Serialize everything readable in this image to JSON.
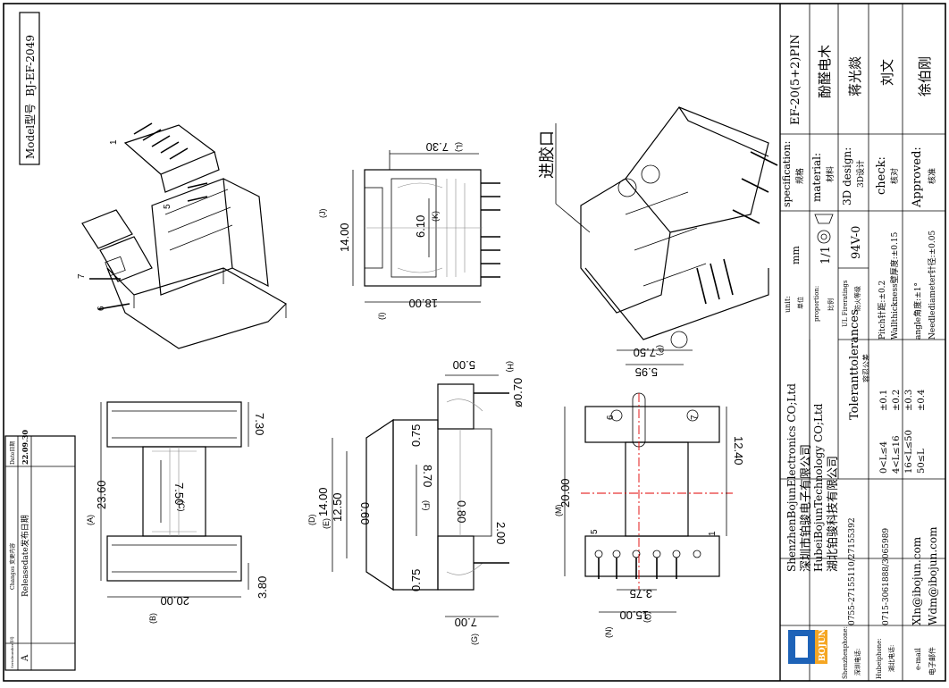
{
  "model": {
    "label": "Model型号",
    "value": "BJ-EF-2049"
  },
  "revision": {
    "headers": [
      "Serialnumber序号",
      "Changes 变更内容",
      "Date日期"
    ],
    "rows": [
      {
        "serial": "A",
        "change": "Releasedate发布日期",
        "date": "22.09.30"
      }
    ]
  },
  "title_block": {
    "specification_label": "specification:",
    "specification_cn": "规格",
    "specification_value": "EF-20(5+2)PIN",
    "material_label": "material:",
    "material_cn": "材料",
    "material_value": "酚醛电木",
    "design_label": "3D design:",
    "design_cn": "3D设计",
    "design_value": "蒋光燚",
    "check_label": "check:",
    "check_cn": "核对",
    "check_value": "刘文",
    "approved_label": "Approved:",
    "approved_cn": "核准",
    "approved_value": "徐伯刚",
    "unit_label": "unit:",
    "unit_cn": "单位",
    "unit_value": "mm",
    "proportion_label": "proportion:",
    "proportion_cn": "比例",
    "proportion_value": "1/1",
    "ul_label": "UL Fireratings",
    "ul_cn": "防火等级",
    "ul_value": "94V-0",
    "tolerance_title": "Toleranttolerances",
    "tolerance_cn": "容忍公差",
    "tolerance_ranges": [
      "0<L≤4",
      "4<L≤16",
      "16<L≤50",
      "50≤L"
    ],
    "tolerance_values": [
      "±0.1",
      "±0.2",
      "±0.3",
      "±0.4"
    ],
    "pitch_tol": "Pitch针距:±0.2",
    "wall_tol": "Wallthickness壁厚度:±0.15",
    "angle_tol": "angle角度:±1°",
    "needle_tol": "Needlediameter针径:±0.05"
  },
  "company": {
    "logo_text": "BOJUN",
    "name_sz_en": "ShenzhenBojunElectronics CO;Ltd",
    "name_sz_cn": "深圳市铂骏电子有限公司",
    "name_hb_en": "HubeiBojunTechnology CO;Ltd",
    "name_hb_cn": "湖北铂骏科技有限公司",
    "sz_phone_label": "Shenzhenphone:",
    "sz_phone_cn": "深圳电话:",
    "sz_phone": "0755-27155110/27155392",
    "hb_phone_label": "Hubeiphone:",
    "hb_phone_cn": "湖北电话:",
    "hb_phone": "0715-3061888/3065989",
    "email_label": "e-mail",
    "email_cn": "电子邮件",
    "email1": "Xln@ibojun.com",
    "email2": "Wdm@ibojun.com"
  },
  "annotations": {
    "gate": "进胶口"
  },
  "pins": [
    "1",
    "5",
    "6",
    "7"
  ],
  "dims": {
    "d_7_30_L": "7.30",
    "d_L": "(L)",
    "d_14_00_J": "14.00",
    "d_J": "(J)",
    "d_6_10_K": "6.10",
    "d_K": "(K)",
    "d_18_00_I": "18.00",
    "d_I": "(I)",
    "d_23_60": "23.60",
    "d_A": "(A)",
    "d_7_50_C": "7.50",
    "d_C": "(C)",
    "d_20_00_B": "20.00",
    "d_B": "(B)",
    "d_7_30": "7.30",
    "d_3_80": "3.80",
    "d_5_00_H": "5.00",
    "d_phi": "ø0.70",
    "d_H": "(H)",
    "d_0_75a": "0.75",
    "d_0_75b": "0.75",
    "d_14_00_D": "14.00",
    "d_D": "(D)",
    "d_12_50_E": "12.50",
    "d_E": "(E)",
    "d_8_70_F": "8.70",
    "d_F": "(F)",
    "d_0_60": "0.60",
    "d_0_80": "0.80",
    "d_2_00": "2.00",
    "d_7_00_G": "7.00",
    "d_G": "(G)",
    "d_7_50_P": "7.50",
    "d_P": "(P)",
    "d_5_95": "5.95",
    "d_12_40": "12.40",
    "d_20_00_M": "20.00",
    "d_M": "(M)",
    "d_3_75_O": "3.75",
    "d_O": "(O)",
    "d_15_00_N": "15.00",
    "d_N": "(N)"
  }
}
